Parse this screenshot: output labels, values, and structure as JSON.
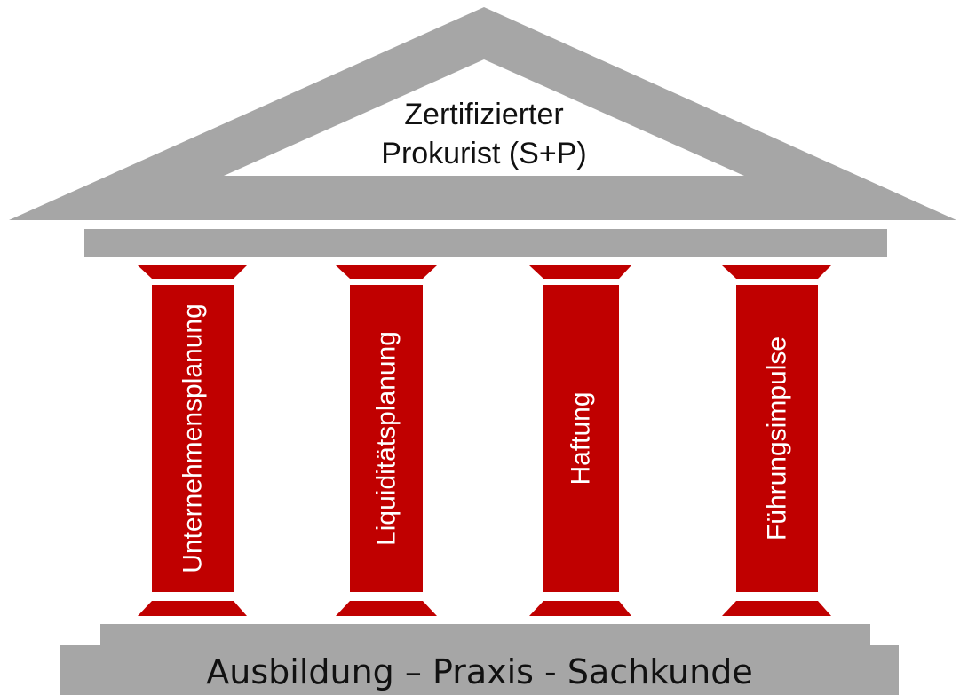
{
  "colors": {
    "stone": "#a6a6a6",
    "pillar": "#c00000",
    "text_dark": "#111111",
    "text_light": "#ffffff",
    "background": "#ffffff"
  },
  "roof": {
    "line1": "Zertifizierter",
    "line2": "Prokurist (S+P)"
  },
  "pillars": [
    {
      "label": "Unternehmensplanung"
    },
    {
      "label": "Liquiditätsplanung"
    },
    {
      "label": "Haftung"
    },
    {
      "label": "Führungsimpulse"
    }
  ],
  "foundation": {
    "label": "Ausbildung – Praxis - Sachkunde"
  }
}
